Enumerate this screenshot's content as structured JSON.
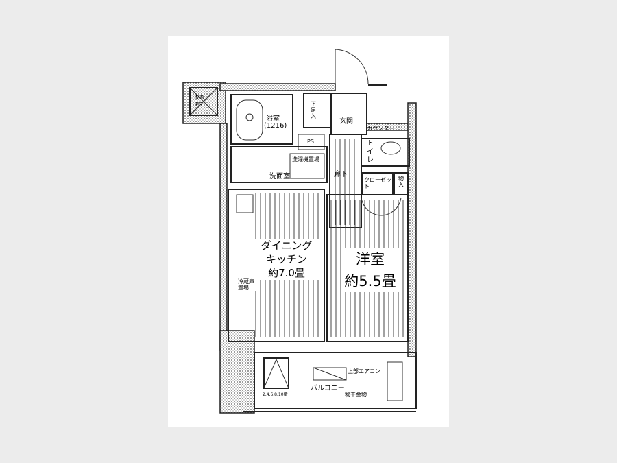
{
  "plan": {
    "mb_ps": "MB PS",
    "bathroom": "浴室",
    "bath_size": "(1216)",
    "shoe_box": "下足入",
    "entrance": "玄関",
    "counter": "カウンター",
    "ps": "PS",
    "toilet": "トイレ",
    "washer": "洗濯機置場",
    "washroom": "洗面室",
    "hallway": "廊下",
    "closet": "クローゼット",
    "storage": "物入",
    "dk_line1": "ダイニング",
    "dk_line2": "キッチン",
    "dk_size": "約7.0畳",
    "western_room": "洋室",
    "western_size": "約5.5畳",
    "fridge": "冷蔵庫置場",
    "balcony": "バルコニー",
    "aircon": "上部エアコン",
    "clothes_rack": "物干金物",
    "floors": "2,4,6,8,10階"
  }
}
